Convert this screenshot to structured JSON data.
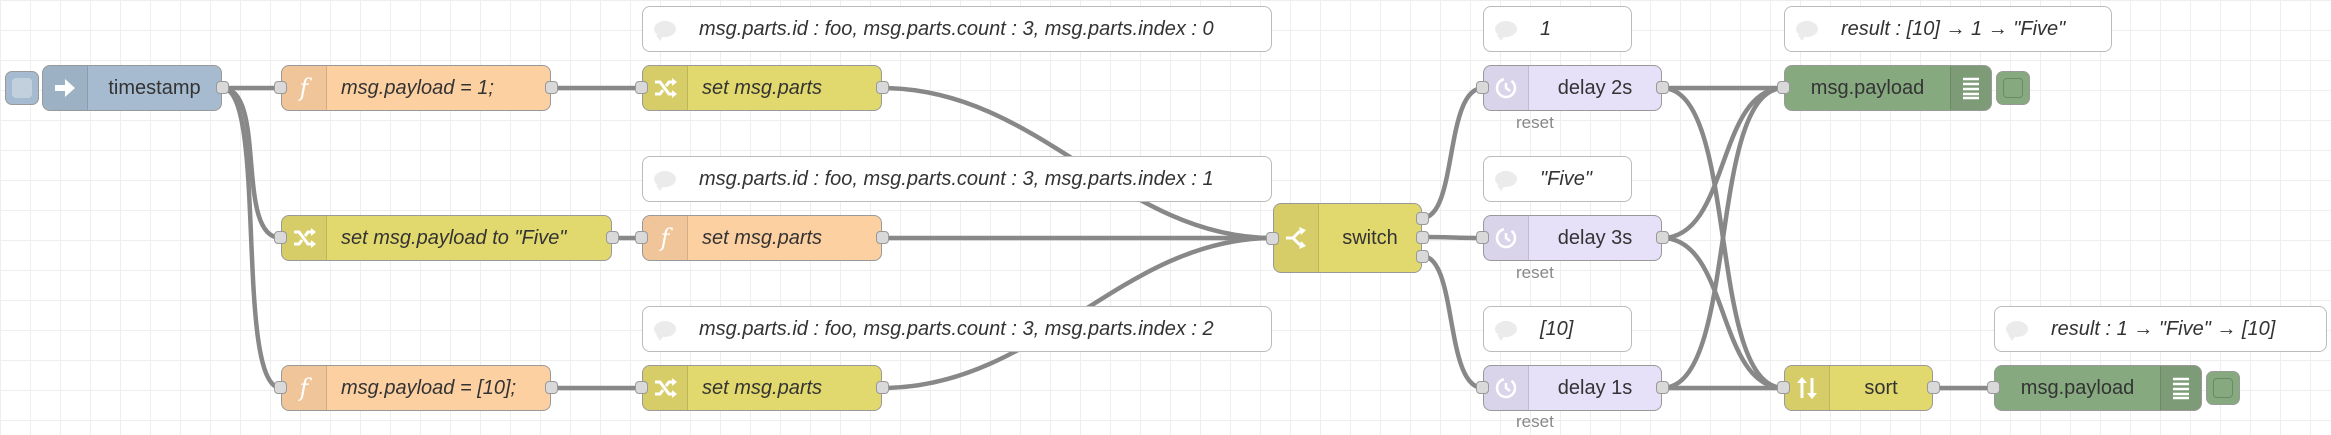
{
  "colors": {
    "inject": "#a6bbcf",
    "function": "#fdd0a2",
    "change": "#e2d96e",
    "delay": "#e6e0f8",
    "switch": "#e2d96e",
    "sort": "#e2d96e",
    "debug": "#87a980",
    "wire": "#888888"
  },
  "nodes": {
    "timestamp": {
      "label": "timestamp",
      "icon": "arrow-in-icon"
    },
    "fn_payload_1": {
      "label": "msg.payload = 1;",
      "icon": "function-icon"
    },
    "change_five": {
      "label": "set msg.payload to \"Five\"",
      "icon": "shuffle-icon"
    },
    "fn_payload_10": {
      "label": "msg.payload = [10];",
      "icon": "function-icon"
    },
    "parts_top": {
      "label": "set msg.parts",
      "icon": "shuffle-icon"
    },
    "parts_mid": {
      "label": "set msg.parts",
      "icon": "function-icon"
    },
    "parts_bot": {
      "label": "set msg.parts",
      "icon": "shuffle-icon"
    },
    "switch": {
      "label": "switch",
      "icon": "switch-icon"
    },
    "delay_2s": {
      "label": "delay 2s",
      "icon": "clock-icon",
      "status": "reset"
    },
    "delay_3s": {
      "label": "delay 3s",
      "icon": "clock-icon",
      "status": "reset"
    },
    "delay_1s": {
      "label": "delay 1s",
      "icon": "clock-icon",
      "status": "reset"
    },
    "debug_top": {
      "label": "msg.payload",
      "icon": "list-icon"
    },
    "sort": {
      "label": "sort",
      "icon": "sort-icon"
    },
    "debug_bottom": {
      "label": "msg.payload",
      "icon": "list-icon"
    }
  },
  "comments": {
    "parts_index0": "msg.parts.id : foo, msg.parts.count : 3, msg.parts.index : 0",
    "parts_index1": "msg.parts.id : foo, msg.parts.count : 3, msg.parts.index : 1",
    "parts_index2": "msg.parts.id : foo, msg.parts.count : 3, msg.parts.index : 2",
    "val_1": "1",
    "val_five": "\"Five\"",
    "val_10": "[10]",
    "result_top": "result : [10] → 1 → \"Five\"",
    "result_bottom": "result : 1 → \"Five\" → [10]"
  }
}
